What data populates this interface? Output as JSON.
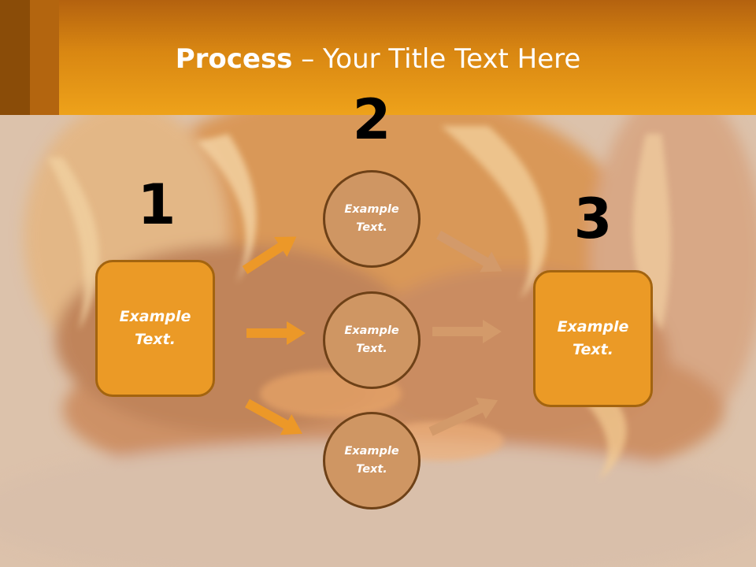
{
  "title": {
    "bold": "Process",
    "rest": " – Your Title Text Here"
  },
  "steps": [
    {
      "number": "1",
      "label": "Example\nText."
    },
    {
      "number": "2"
    },
    {
      "number": "3",
      "label": "Example\nText."
    }
  ],
  "circles": [
    {
      "label": "Example\nText."
    },
    {
      "label": "Example\nText."
    },
    {
      "label": "Example\nText."
    }
  ],
  "colors": {
    "header": "#e09015",
    "box_fill": "#eb9a26",
    "circle_fill": "#cf9663",
    "arrow_orange": "#ec9828",
    "arrow_tan": "#d39a6a"
  }
}
